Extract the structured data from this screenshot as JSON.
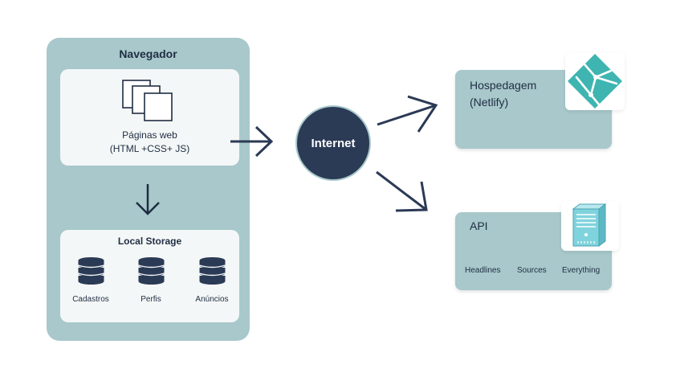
{
  "browser": {
    "title": "Navegador",
    "pages_line1": "Páginas web",
    "pages_line2": "(HTML +CSS+ JS)",
    "storage": {
      "title": "Local Storage",
      "items": [
        "Cadastros",
        "Perfis",
        "Anúncios"
      ]
    }
  },
  "internet": {
    "label": "Internet"
  },
  "hosting": {
    "line1": "Hospedagem",
    "line2": "(Netlify)",
    "icon": "netlify-logo-icon"
  },
  "api": {
    "title": "API",
    "items": [
      "Headlines",
      "Sources",
      "Everything"
    ],
    "icon": "server-icon"
  },
  "colors": {
    "panel": "#a8c8cb",
    "dark": "#2b3a55",
    "netlify": "#3fb5b1"
  }
}
